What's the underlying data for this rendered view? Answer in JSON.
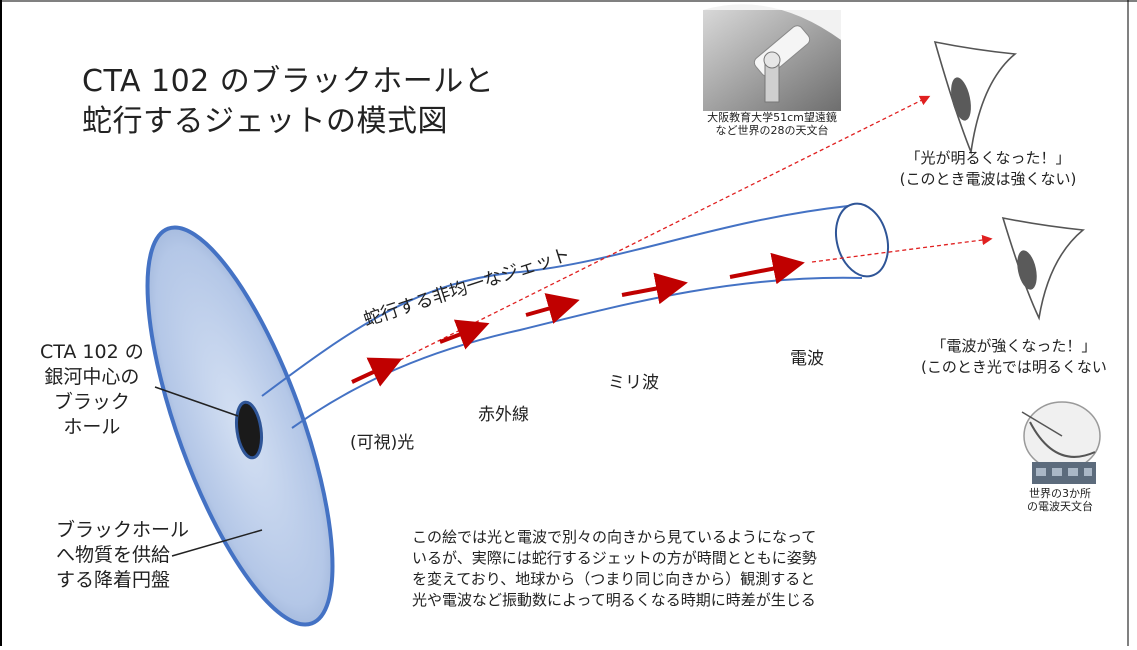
{
  "title": {
    "line1": "CTA 102 のブラックホールと",
    "line2": "蛇行するジェットの模式図"
  },
  "labels": {
    "black_hole": [
      "CTA 102 の",
      "銀河中心の",
      "ブラック",
      "ホール"
    ],
    "disk": [
      "ブラックホール",
      "へ物質を供給",
      "する降着円盤"
    ],
    "jet": "蛇行する非均一なジェット",
    "visible_light": "(可視)光",
    "infrared": "赤外線",
    "millimeter": "ミリ波",
    "radio": "電波"
  },
  "observers": {
    "optical_caption": [
      "大阪教育大学51cm望遠鏡",
      "など世界の28の天文台"
    ],
    "optical_quote": [
      "「光が明るくなった！」",
      "(このとき電波は強くない)"
    ],
    "radio_quote": [
      "「電波が強くなった！」",
      "(このとき光では明るくない"
    ],
    "radio_caption": [
      "世界の3か所",
      "の電波天文台"
    ]
  },
  "note": [
    "この絵では光と電波で別々の向きから見ているようになって",
    "いるが、実際には蛇行するジェットの方が時間とともに姿勢",
    "を変えており、地球から（つまり同じ向きから）観測すると",
    "光や電波など振動数によって明るくなる時期に時差が生じる"
  ],
  "colors": {
    "disk_fill": "#b4c7e7",
    "disk_edge": "#4472c4",
    "jet_line": "#4472c4",
    "arrow": "#c00000",
    "black_hole": "#1a1a1a"
  },
  "icons": [
    "eye-icon",
    "telescope-photo",
    "radio-dish-photo"
  ]
}
